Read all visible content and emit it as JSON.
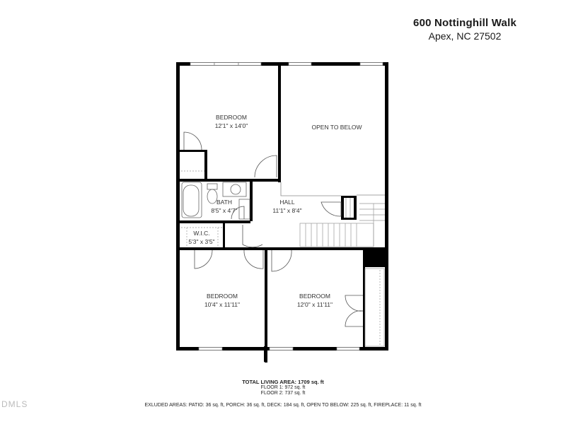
{
  "header": {
    "street": "600 Nottinghill Walk",
    "city": "Apex, NC 27502"
  },
  "rooms": [
    {
      "name": "BEDROOM",
      "dims": "12'1\" x 14'0\""
    },
    {
      "name": "OPEN TO BELOW",
      "dims": ""
    },
    {
      "name": "BATH",
      "dims": "8'5\" x 4'7\""
    },
    {
      "name": "HALL",
      "dims": "11'1\" x 8'4\""
    },
    {
      "name": "W.I.C.",
      "dims": "5'3\" x 3'5\""
    },
    {
      "name": "BEDROOM",
      "dims": "10'4\" x 11'11\""
    },
    {
      "name": "BEDROOM",
      "dims": "12'0\" x 11'11\""
    }
  ],
  "footer": {
    "total": "TOTAL LIVING AREA: 1709 sq. ft",
    "floor1": "FLOOR 1: 972 sq. ft",
    "floor2": "FLOOR 2: 737 sq. ft",
    "excluded": "EXLUDED AREAS: PATIO: 36 sq. ft, PORCH: 36 sq. ft, DECK: 184 sq. ft, OPEN TO BELOW: 225 sq. ft, FIREPLACE: 11 sq. ft"
  },
  "watermark": "DMLS",
  "colors": {
    "wall": "#000000",
    "fixture": "#555555",
    "background": "#ffffff"
  }
}
